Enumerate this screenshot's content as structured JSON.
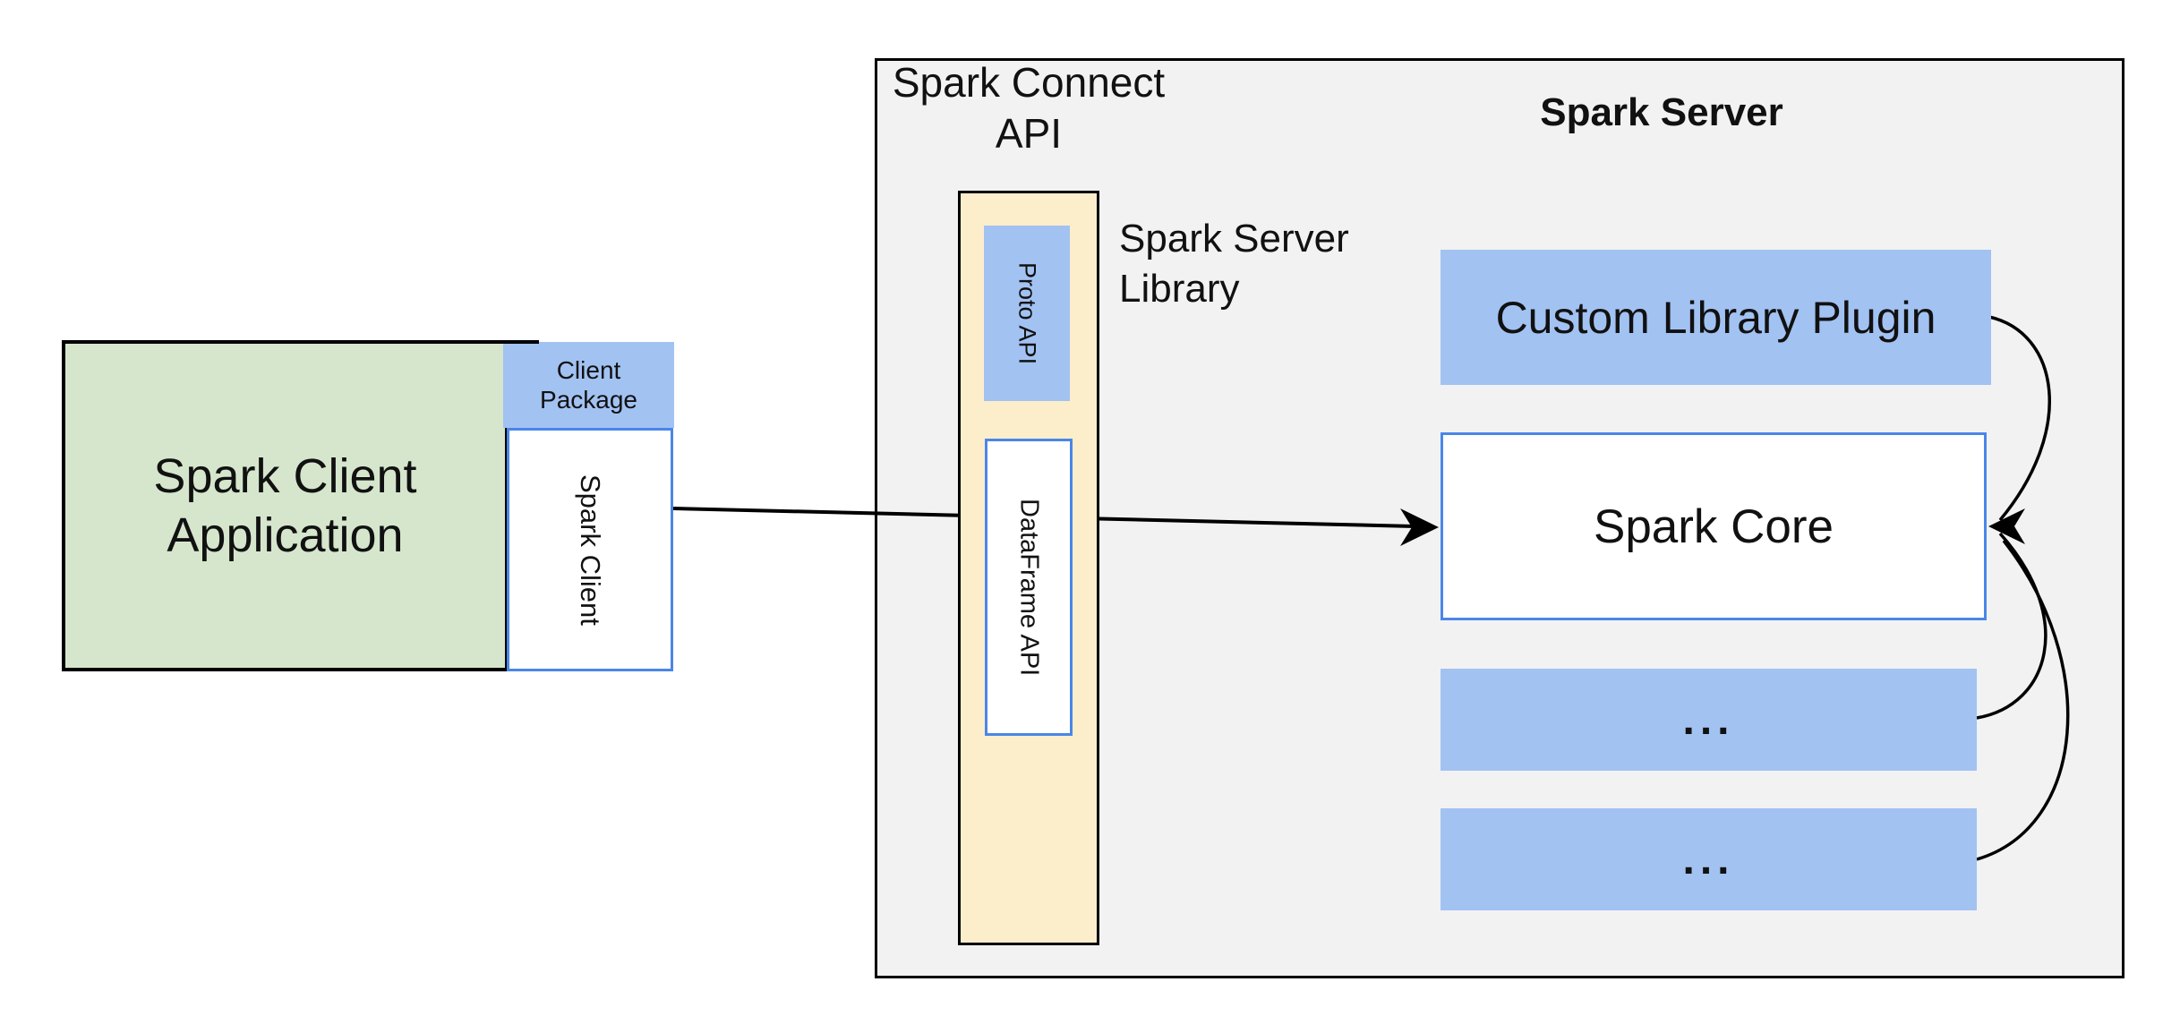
{
  "colors": {
    "canvas_bg": "#ffffff",
    "container_fill": "#f2f2f3",
    "container_border": "#000000",
    "green_fill": "#d5e6cc",
    "blue_fill": "#a2c2f2",
    "blue_border": "#4a86e8",
    "yellow_fill": "#fceecb",
    "text": "#111111",
    "arrow": "#000000"
  },
  "containers": {
    "spark_connect": {
      "title_line1": "Spark Connect",
      "title_line2": "API"
    },
    "spark_server": {
      "title": "Spark Server"
    }
  },
  "nodes": {
    "client_app": {
      "line1": "Spark Client",
      "line2": "Application"
    },
    "client_package": {
      "line1": "Client",
      "line2": "Package"
    },
    "spark_client": {
      "label": "Spark Client"
    },
    "server_library": {
      "line1": "Spark Server",
      "line2": "Library"
    },
    "proto_api": {
      "label": "Proto API"
    },
    "dataframe_api": {
      "label": "DataFrame API"
    },
    "custom_plugin": {
      "label": "Custom Library Plugin"
    },
    "spark_core": {
      "label": "Spark Core"
    },
    "plugin_slot_1": {
      "label": "..."
    },
    "plugin_slot_2": {
      "label": "..."
    }
  },
  "arrows": [
    {
      "from": "spark-client",
      "to": "spark-core",
      "style": "straight"
    },
    {
      "from": "custom-library-plugin",
      "to": "spark-core",
      "style": "curved"
    },
    {
      "from": "plugin-slot-1",
      "to": "spark-core",
      "style": "curved"
    },
    {
      "from": "plugin-slot-2",
      "to": "spark-core",
      "style": "curved"
    }
  ]
}
